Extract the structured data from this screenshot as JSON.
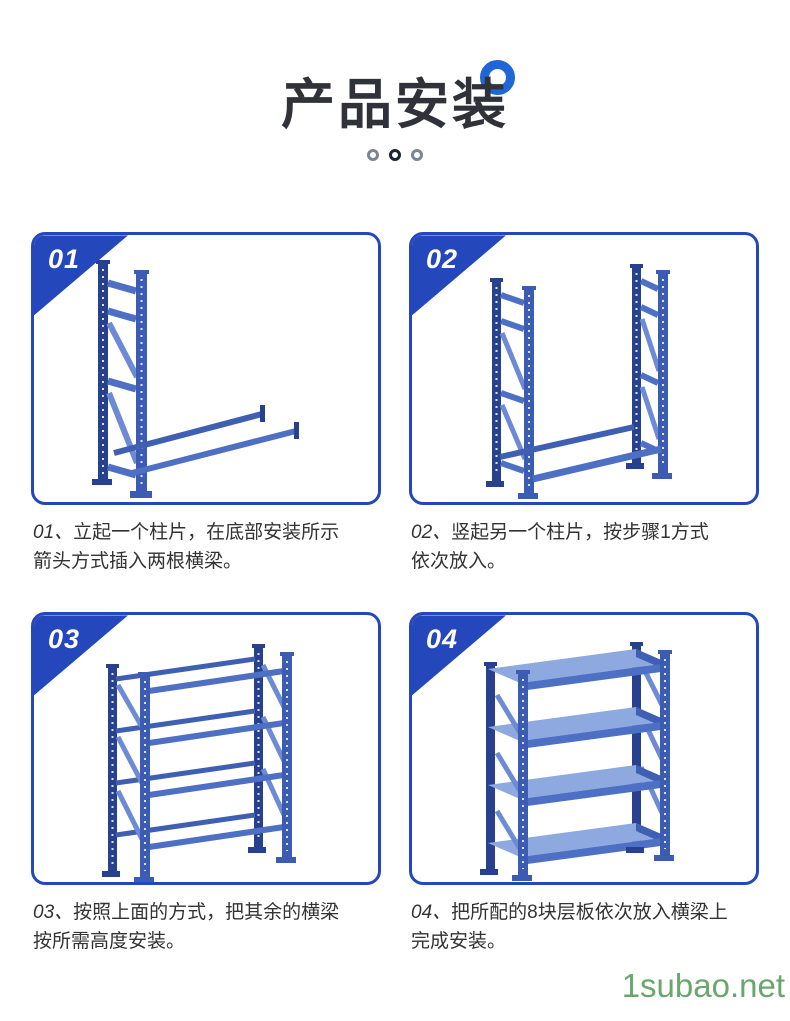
{
  "header": {
    "title": "产品安装"
  },
  "carousel": {
    "dot_count": 3,
    "active_index": 1
  },
  "steps": [
    {
      "number": "01",
      "prefix": "01、",
      "lines": [
        "立起一个柱片，在底部安装所示",
        "箭头方式插入两根横梁。"
      ],
      "image": "upright-column-with-two-beams"
    },
    {
      "number": "02",
      "prefix": "02、",
      "lines": [
        "竖起另一个柱片，按步骤1方式",
        "依次放入。"
      ],
      "image": "two-upright-columns-with-base-beams"
    },
    {
      "number": "03",
      "prefix": "03、",
      "lines": [
        "按照上面的方式，把其余的横梁",
        "按所需高度安装。"
      ],
      "image": "rack-frame-with-all-beams"
    },
    {
      "number": "04",
      "prefix": "04、",
      "lines": [
        "把所配的8块层板依次放入横梁上",
        "完成安装。"
      ],
      "image": "finished-rack-with-shelf-panels"
    }
  ],
  "watermark": {
    "text": "1subao.net"
  },
  "colors": {
    "accent": "#1f66d6",
    "card-border": "#2447bb",
    "badge-bg": "#2447bb",
    "title": "#2f3238",
    "caption": "#333333",
    "dot-inactive": "#7c8594",
    "dot-active": "#1d2433",
    "watermark": "#6aa76c",
    "rack-post": "#3c5cb4",
    "rack-post-dark": "#27418f",
    "rack-rail": "#4d70c4",
    "rack-rail-dark": "#3f5fb2",
    "rack-brace": "#6c8bd4",
    "rack-shelf": "#8ea9e0"
  }
}
